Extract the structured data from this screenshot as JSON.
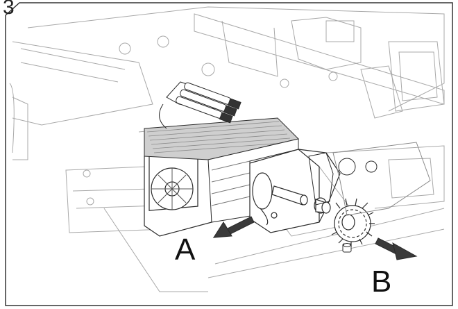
{
  "step": {
    "number": "3"
  },
  "callouts": {
    "a": {
      "label": "A"
    },
    "b": {
      "label": "B"
    }
  },
  "colors": {
    "line": "#2a2a2a",
    "faint": "#9a9a9a",
    "heatsink": "#cfcfcf",
    "arrow": "#3a3a3a"
  }
}
